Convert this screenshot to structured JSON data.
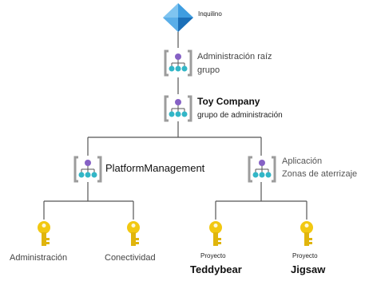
{
  "tenant": {
    "label": "Inquilino",
    "icon": "tenant-diamond-icon"
  },
  "root_group": {
    "line1": "Administración raíz",
    "line2": "grupo",
    "icon": "management-group-icon"
  },
  "company_group": {
    "title": "Toy Company",
    "subtitle": "grupo de administración",
    "icon": "management-group-icon"
  },
  "platform_group": {
    "title": "PlatformManagement",
    "icon": "management-group-icon"
  },
  "application_group": {
    "line1": "Aplicación",
    "line2": "Zonas de aterrizaje",
    "icon": "management-group-icon"
  },
  "subscriptions": [
    {
      "prefix": "",
      "name": "Administración",
      "icon": "subscription-key-icon"
    },
    {
      "prefix": "",
      "name": "Conectividad",
      "icon": "subscription-key-icon"
    },
    {
      "prefix": "Proyecto",
      "name": "Teddybear",
      "icon": "subscription-key-icon"
    },
    {
      "prefix": "Proyecto",
      "name": "Jigsaw",
      "icon": "subscription-key-icon"
    }
  ],
  "colors": {
    "line": "#555555",
    "key_gold": "#f2c811",
    "key_dark": "#c9a106",
    "mg_purple": "#8661c5",
    "mg_teal": "#32b6c7",
    "bracket_gray": "#9c9c9c",
    "diamond_blue": "#3f9de0"
  }
}
